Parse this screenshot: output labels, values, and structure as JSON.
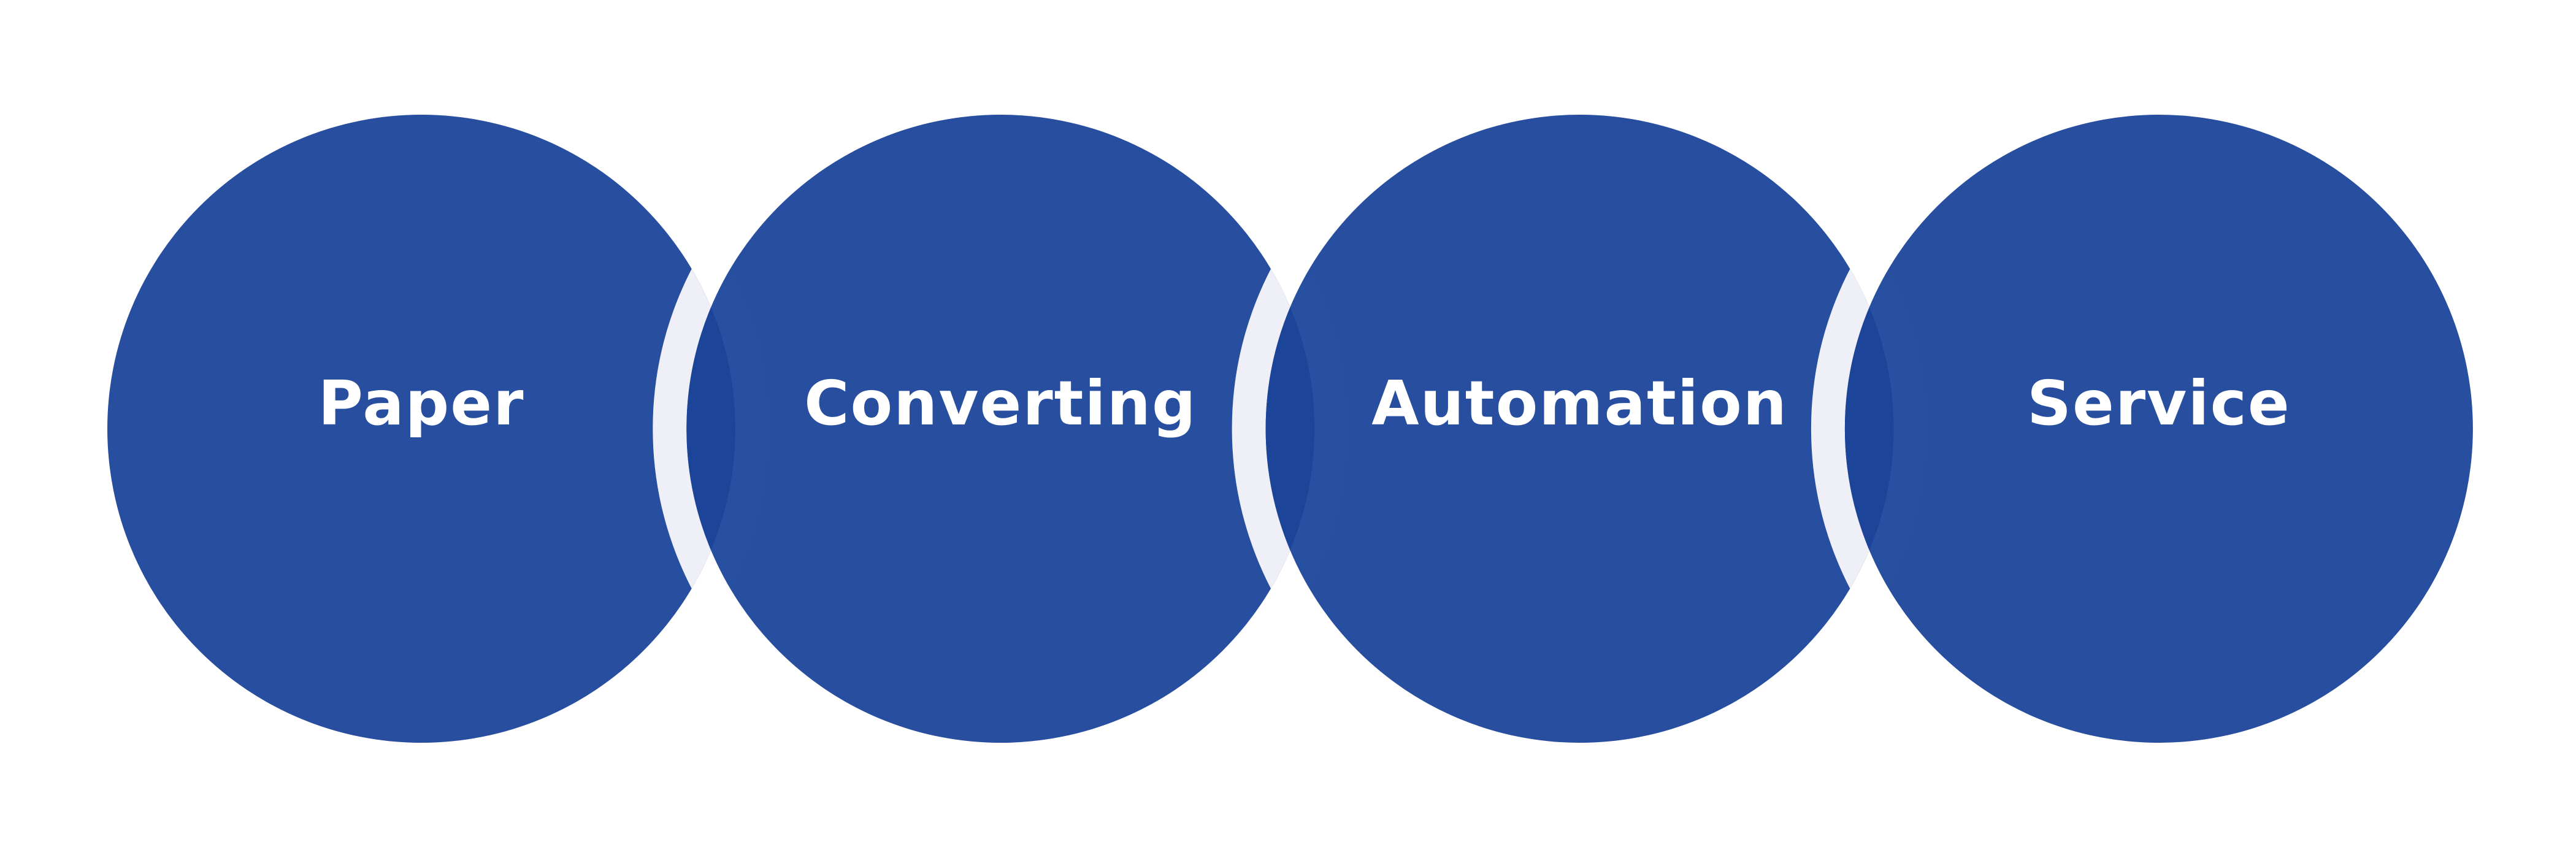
{
  "diagram": {
    "title": "",
    "colors": {
      "circle_fill": "#274e9f",
      "overlap_fill": "#1c4599",
      "ring": "#efeff7",
      "label_text": "#ffffff",
      "background": "#ffffff"
    },
    "stages": [
      {
        "label": "Paper"
      },
      {
        "label": "Converting"
      },
      {
        "label": "Automation"
      },
      {
        "label": "Service"
      }
    ]
  }
}
